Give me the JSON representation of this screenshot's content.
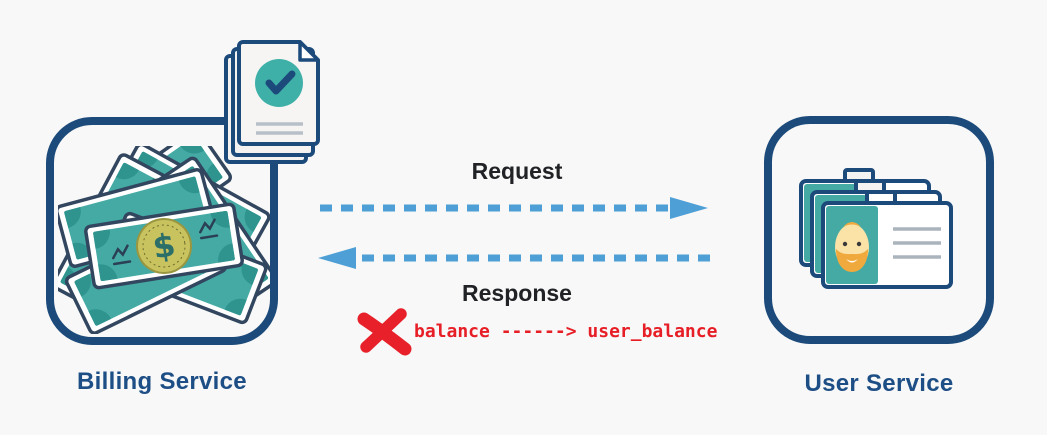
{
  "colors": {
    "background": "#f7f8f7",
    "box_border_navy": "#1c4a7b",
    "service_label_blue": "#1d4e85",
    "flow_label_dark": "#212226",
    "arrow_blue": "#4d9fd6",
    "error_red": "#e71e26",
    "bill_teal": "#45aaa4",
    "bill_corner_teal": "#2f938e",
    "coin_olive": "#c8c35f",
    "check_circle_teal": "#3fb0a8",
    "card_teal": "#45aaa4",
    "face_skin": "#fbe2a6",
    "beard_orange": "#f0a93c",
    "doc_line_gray": "#b7c0c8"
  },
  "billing_service": {
    "label": "Billing Service",
    "currency_symbol": "$",
    "icons": [
      "money-stack-icon",
      "approved-documents-icon"
    ]
  },
  "user_service": {
    "label": "User Service",
    "icons": [
      "id-cards-icon"
    ]
  },
  "flow": {
    "request_label": "Request",
    "response_label": "Response",
    "error_annotation": "balance ------> user_balance",
    "error_marker": "x-mark-icon"
  }
}
